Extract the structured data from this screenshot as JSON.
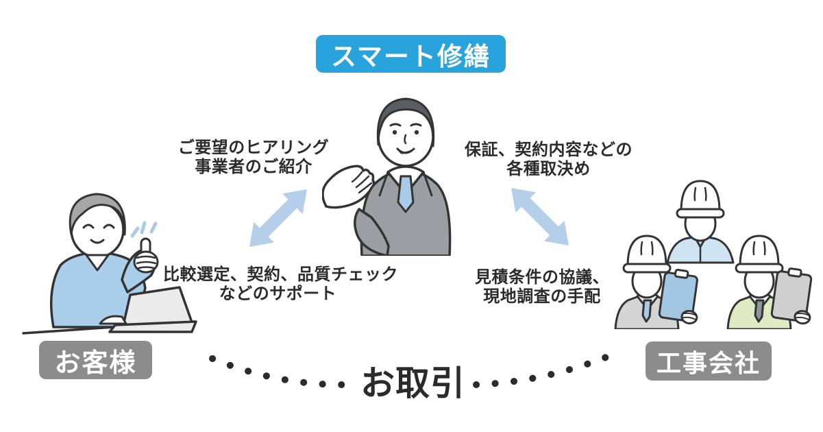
{
  "title_badge": {
    "label": "スマート修繕"
  },
  "annotations": {
    "left_top": {
      "lines": [
        "ご要望のヒアリング",
        "事業者のご紹介"
      ]
    },
    "right_top": {
      "lines": [
        "保証、契約内容などの",
        "各種取決め"
      ]
    },
    "left_bottom": {
      "lines": [
        "比較選定、契約、品質チェック",
        "などのサポート"
      ]
    },
    "right_bottom": {
      "lines": [
        "見積条件の協議、",
        "現地調査の手配"
      ]
    }
  },
  "entity_labels": {
    "customer": "お客様",
    "contractor": "工事会社"
  },
  "transaction": {
    "label": "お取引"
  },
  "icons": {
    "left_arrow": "double-headed-arrow-ne-sw",
    "right_arrow": "double-headed-arrow-nw-se",
    "customer": "customer-at-laptop-thumbs-up",
    "agent": "businessman-presenting",
    "workers": "three-construction-workers-with-clipboards"
  },
  "colors": {
    "title_bg": "#29a3db",
    "label_bg": "#8c8c8c",
    "badge_text": "#ffffff",
    "annotation_text": "#2b2b2b",
    "arrow_blue": "#b5cee9",
    "outline": "#333333",
    "customer_sweater": "#aacdea",
    "customer_hair": "#a6a6a6",
    "agent_suit": "#9b9fa3",
    "agent_hair": "#595e62",
    "tie_blue": "#a9cbe8",
    "laptop_gray": "#ebebeb",
    "worker_shirt_blue": "#cfe4f2",
    "worker_shirt_green": "#dfe9c3",
    "worker_jacket_gray": "#d4d4d4",
    "clipboard_blue": "#a3c6e3",
    "clipboard_gray": "#cfcfcf",
    "dot_color": "#2b2b2b"
  }
}
